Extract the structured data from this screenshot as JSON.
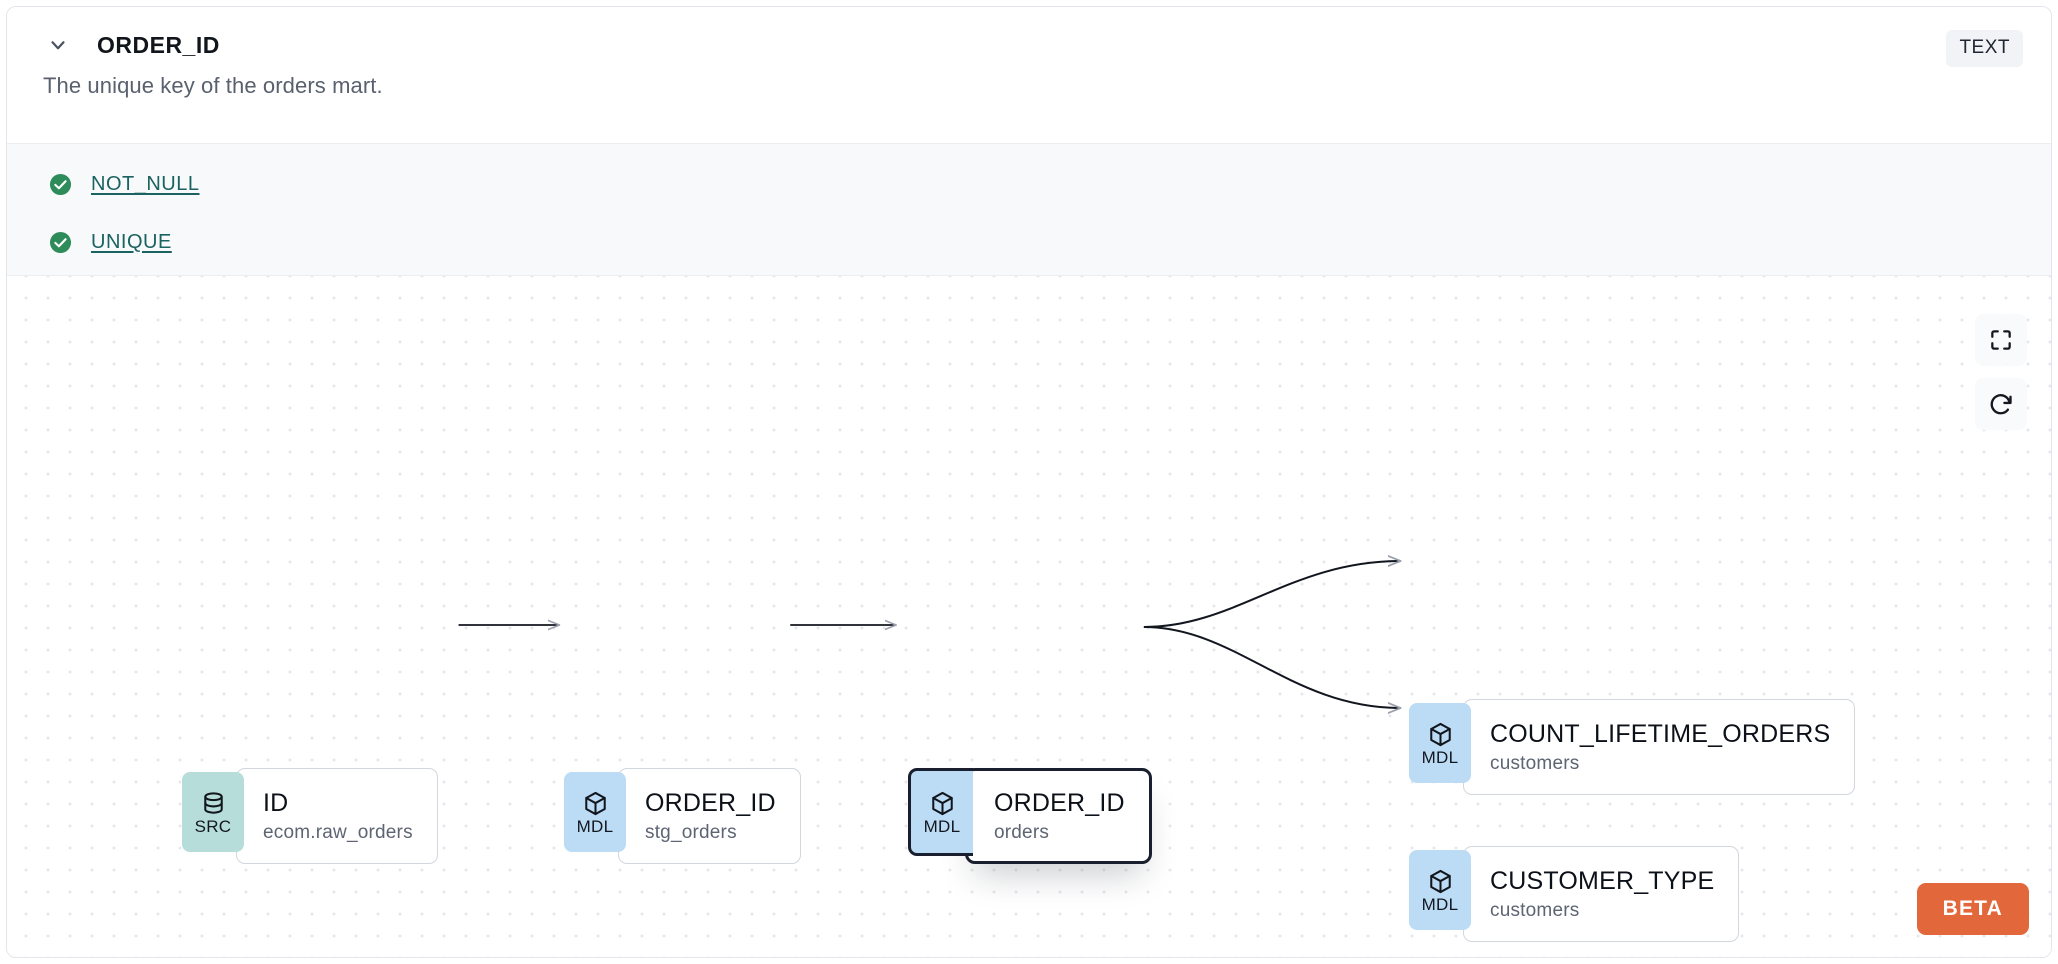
{
  "header": {
    "collapse_icon": "chevron-down-icon",
    "column_name": "ORDER_ID",
    "type_badge": "TEXT",
    "description": "The unique key of the orders mart."
  },
  "tests": {
    "items": [
      {
        "status_icon": "check-circle-icon",
        "label": "NOT_NULL",
        "status": "passed"
      },
      {
        "status_icon": "check-circle-icon",
        "label": "UNIQUE",
        "status": "passed"
      }
    ]
  },
  "lineage": {
    "nodes": [
      {
        "id": "src-id",
        "badge": "SRC",
        "badge_icon": "database-icon",
        "name": "ID",
        "subtitle": "ecom.raw_orders",
        "selected": false
      },
      {
        "id": "mdl-stg-orders",
        "badge": "MDL",
        "badge_icon": "cube-icon",
        "name": "ORDER_ID",
        "subtitle": "stg_orders",
        "selected": false
      },
      {
        "id": "mdl-orders",
        "badge": "MDL",
        "badge_icon": "cube-icon",
        "name": "ORDER_ID",
        "subtitle": "orders",
        "selected": true
      },
      {
        "id": "mdl-count-lifetime-orders",
        "badge": "MDL",
        "badge_icon": "cube-icon",
        "name": "COUNT_LIFETIME_ORDERS",
        "subtitle": "customers",
        "selected": false
      },
      {
        "id": "mdl-customer-type",
        "badge": "MDL",
        "badge_icon": "cube-icon",
        "name": "CUSTOMER_TYPE",
        "subtitle": "customers",
        "selected": false
      }
    ],
    "edges": [
      {
        "from": "src-id",
        "to": "mdl-stg-orders",
        "kind": "straight"
      },
      {
        "from": "mdl-stg-orders",
        "to": "mdl-orders",
        "kind": "straight"
      },
      {
        "from": "mdl-orders",
        "to": "mdl-count-lifetime-orders",
        "kind": "curve"
      },
      {
        "from": "mdl-orders",
        "to": "mdl-customer-type",
        "kind": "curve"
      }
    ]
  },
  "controls": {
    "fit_view": "fit-view-icon",
    "refresh": "refresh-icon"
  },
  "footer": {
    "beta_label": "BETA"
  },
  "colors": {
    "badge_mdl": "#bcdcf5",
    "badge_src": "#b7ddda",
    "test_pass": "#2e8b5a",
    "test_link": "#1b6360",
    "beta": "#e2683c",
    "selected_border": "#191f2e"
  }
}
